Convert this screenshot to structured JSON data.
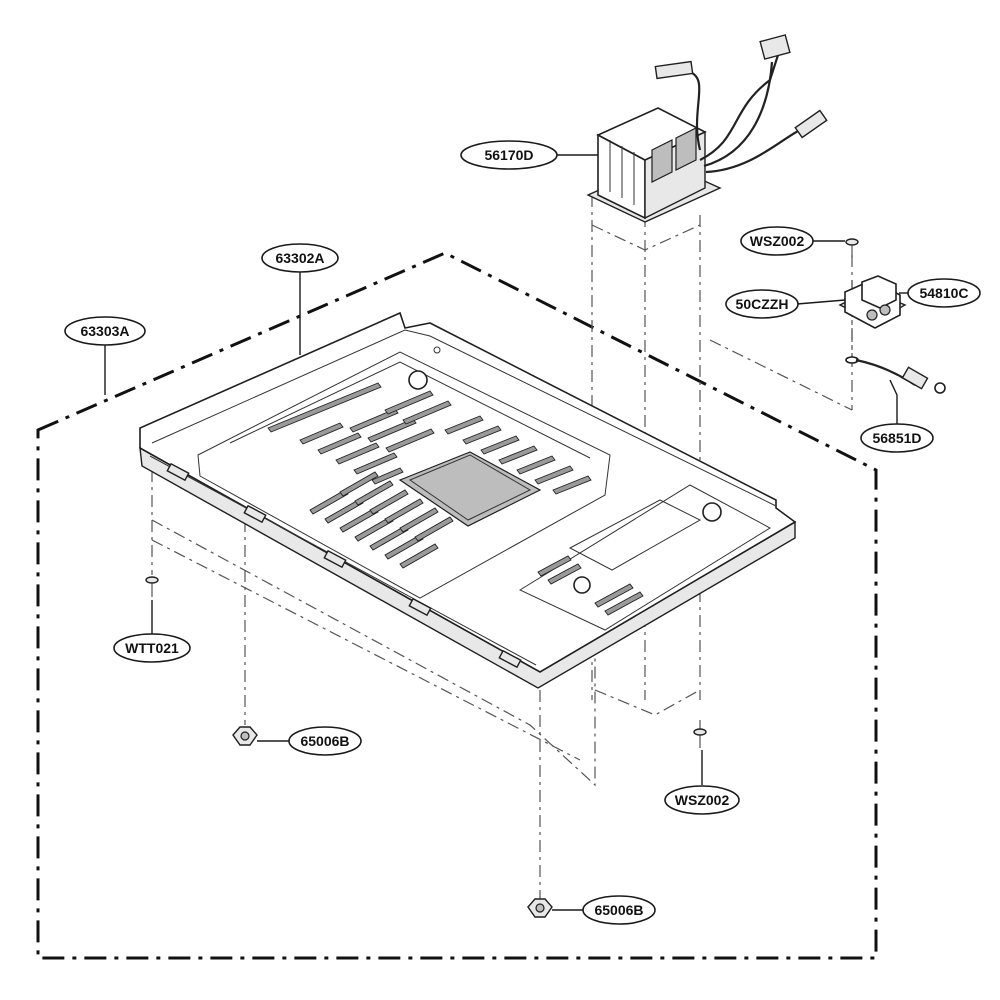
{
  "callouts": {
    "transformer": "56170D",
    "base_plate": "63302A",
    "base_assembly": "63303A",
    "screw_top": "WSZ002",
    "connector_body": "50CZZH",
    "connector": "54810C",
    "ground_wire": "56851D",
    "screw_left": "WTT021",
    "foot_left": "65006B",
    "foot_bottom": "65006B",
    "screw_bottom": "WSZ002"
  },
  "colors": {
    "line": "#1a1a1a",
    "fill": "#ffffff",
    "shade": "#e8e8e8"
  }
}
